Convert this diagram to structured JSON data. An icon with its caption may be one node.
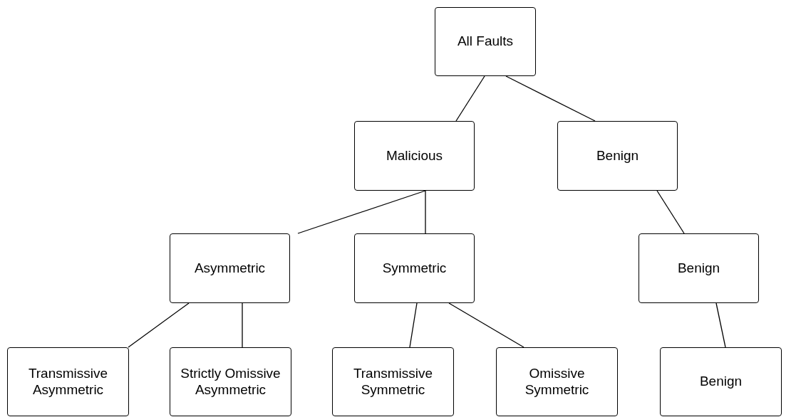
{
  "diagram": {
    "nodes": [
      {
        "text": [
          "All Faults"
        ]
      },
      {
        "text": [
          "Malicious"
        ]
      },
      {
        "text": [
          "Benign"
        ]
      },
      {
        "text": [
          "Asymmetric"
        ]
      },
      {
        "text": [
          "Symmetric"
        ]
      },
      {
        "text": [
          "Benign"
        ]
      },
      {
        "text": [
          "Transmissive Asymmetric"
        ]
      },
      {
        "text": [
          "Strictly Omissive Asymmetric"
        ]
      },
      {
        "text": [
          "Transmissive Symmetric"
        ]
      },
      {
        "text": [
          "Omissive Symmetric"
        ]
      },
      {
        "text": [
          "Benign"
        ]
      }
    ],
    "edges": [
      {
        "from": 0,
        "to": 1,
        "arrow": "none"
      },
      {
        "from": 0,
        "to": 2,
        "arrow": "none"
      },
      {
        "from": 1,
        "to": 3,
        "arrow": "none"
      },
      {
        "from": 1,
        "to": 4,
        "arrow": "none"
      },
      {
        "from": 2,
        "to": 5,
        "arrow": "none"
      },
      {
        "from": 3,
        "to": 6,
        "arrow": "none"
      },
      {
        "from": 3,
        "to": 7,
        "arrow": "none"
      },
      {
        "from": 4,
        "to": 8,
        "arrow": "none"
      },
      {
        "from": 4,
        "to": 9,
        "arrow": "none"
      },
      {
        "from": 5,
        "to": 10,
        "arrow": "none"
      }
    ]
  }
}
